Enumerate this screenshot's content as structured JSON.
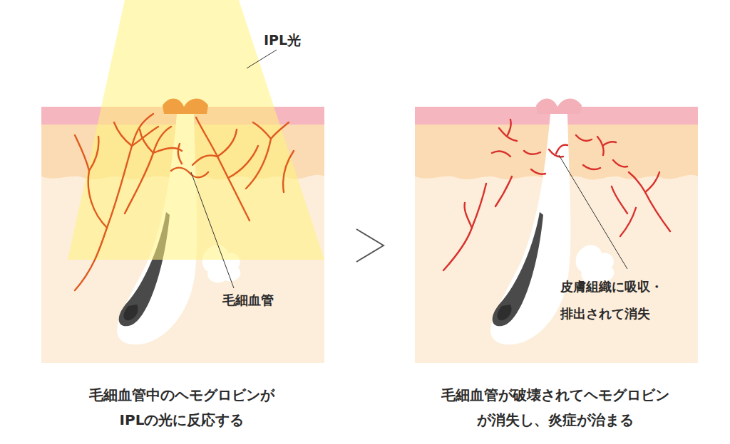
{
  "diagram": {
    "labels": [
      "IPL光",
      "毛細血管",
      "皮膚組織に吸収・ 排出されて消失",
      "毛細血管中のヘモグロビンが IPLの光に反応する",
      "毛細血管が破壊されてヘモグロビン が消失し、炎症が治まる"
    ]
  }
}
